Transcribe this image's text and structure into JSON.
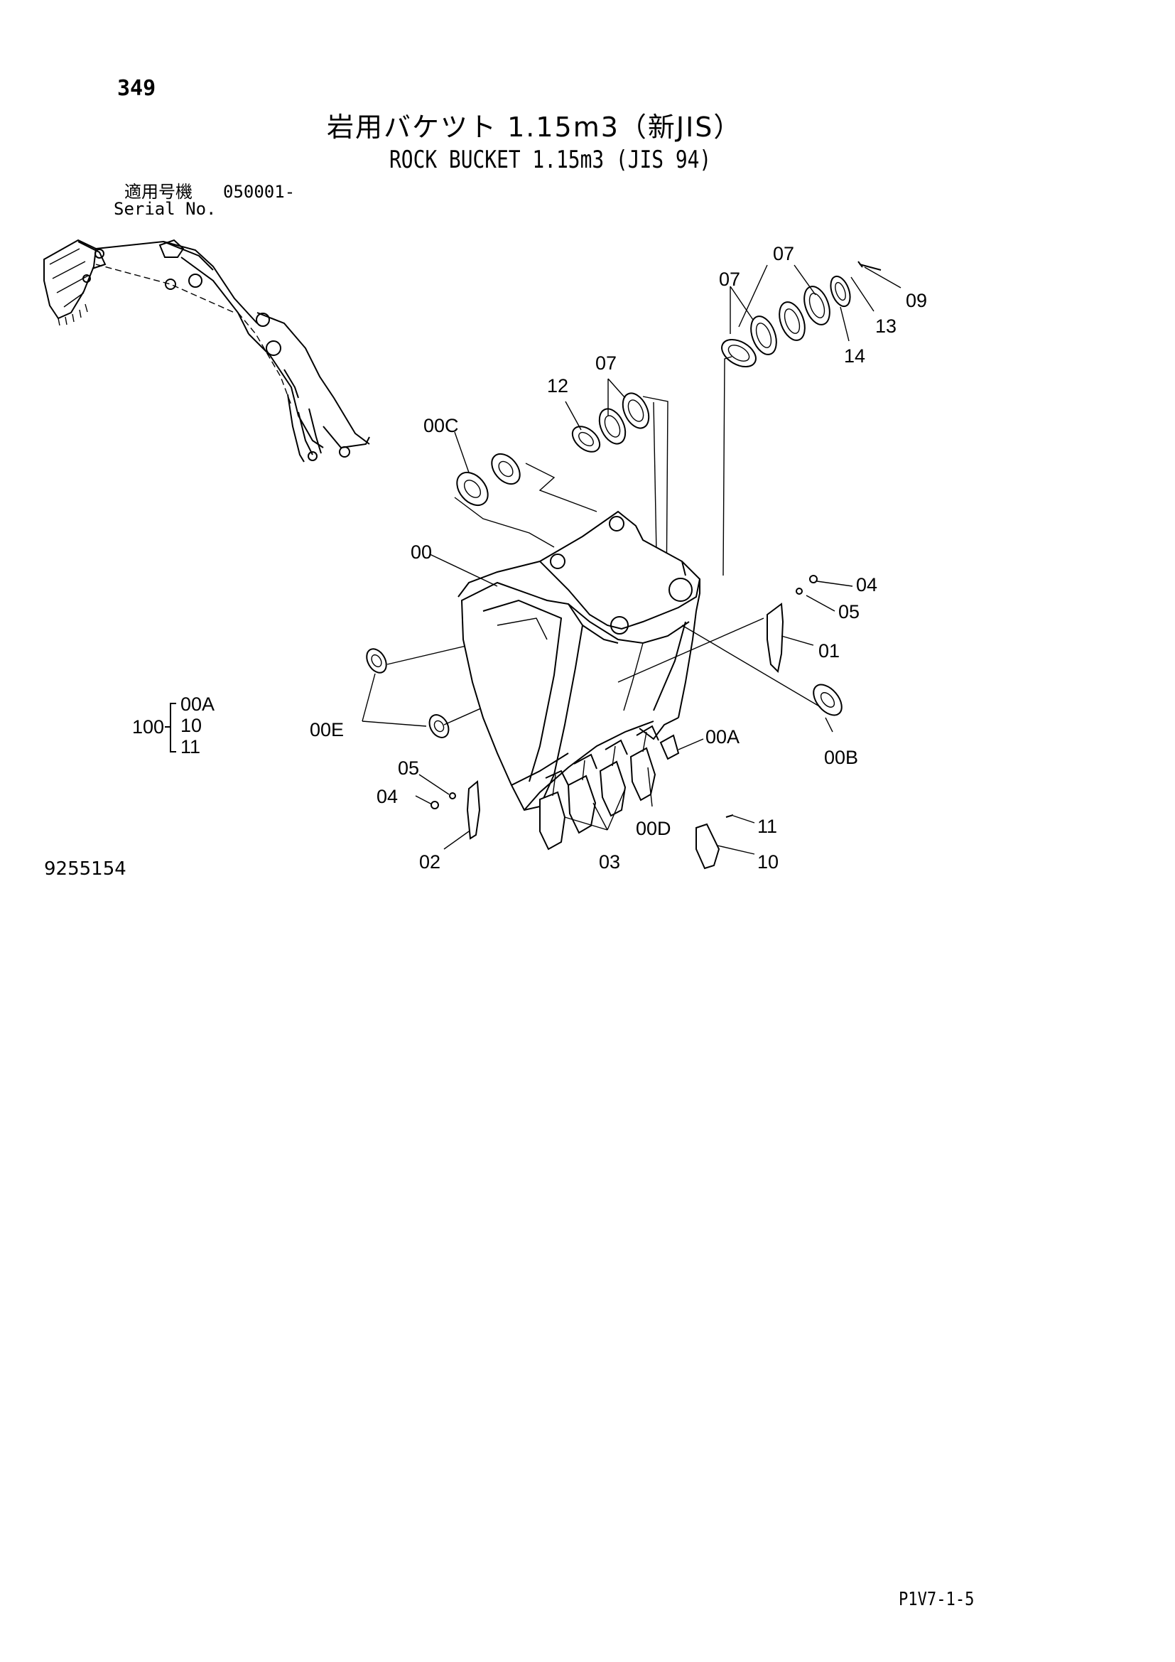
{
  "page_number": "349",
  "title_ja": "岩用バケツト 1.15m3（新JIS）",
  "title_en": "ROCK BUCKET 1.15m3 (JIS 94)",
  "serial": {
    "label_ja": "適用号機",
    "number": "050001-",
    "label_en": "Serial No."
  },
  "bracket_group": {
    "parent": "100",
    "items": [
      "00A",
      "10",
      "11"
    ]
  },
  "callouts": {
    "c07_top": "07",
    "c07_left": "07",
    "c07_mid": "07",
    "c09": "09",
    "c13": "13",
    "c14": "14",
    "c12": "12",
    "c00C": "00C",
    "c00": "00",
    "c04_right": "04",
    "c05_right": "05",
    "c01": "01",
    "c00E": "00E",
    "c00B": "00B",
    "c00A": "00A",
    "c05_left": "05",
    "c04_left": "04",
    "c00D": "00D",
    "c11": "11",
    "c02": "02",
    "c03": "03",
    "c10": "10"
  },
  "drawing_number": "9255154",
  "page_code": "P1V7-1-5"
}
